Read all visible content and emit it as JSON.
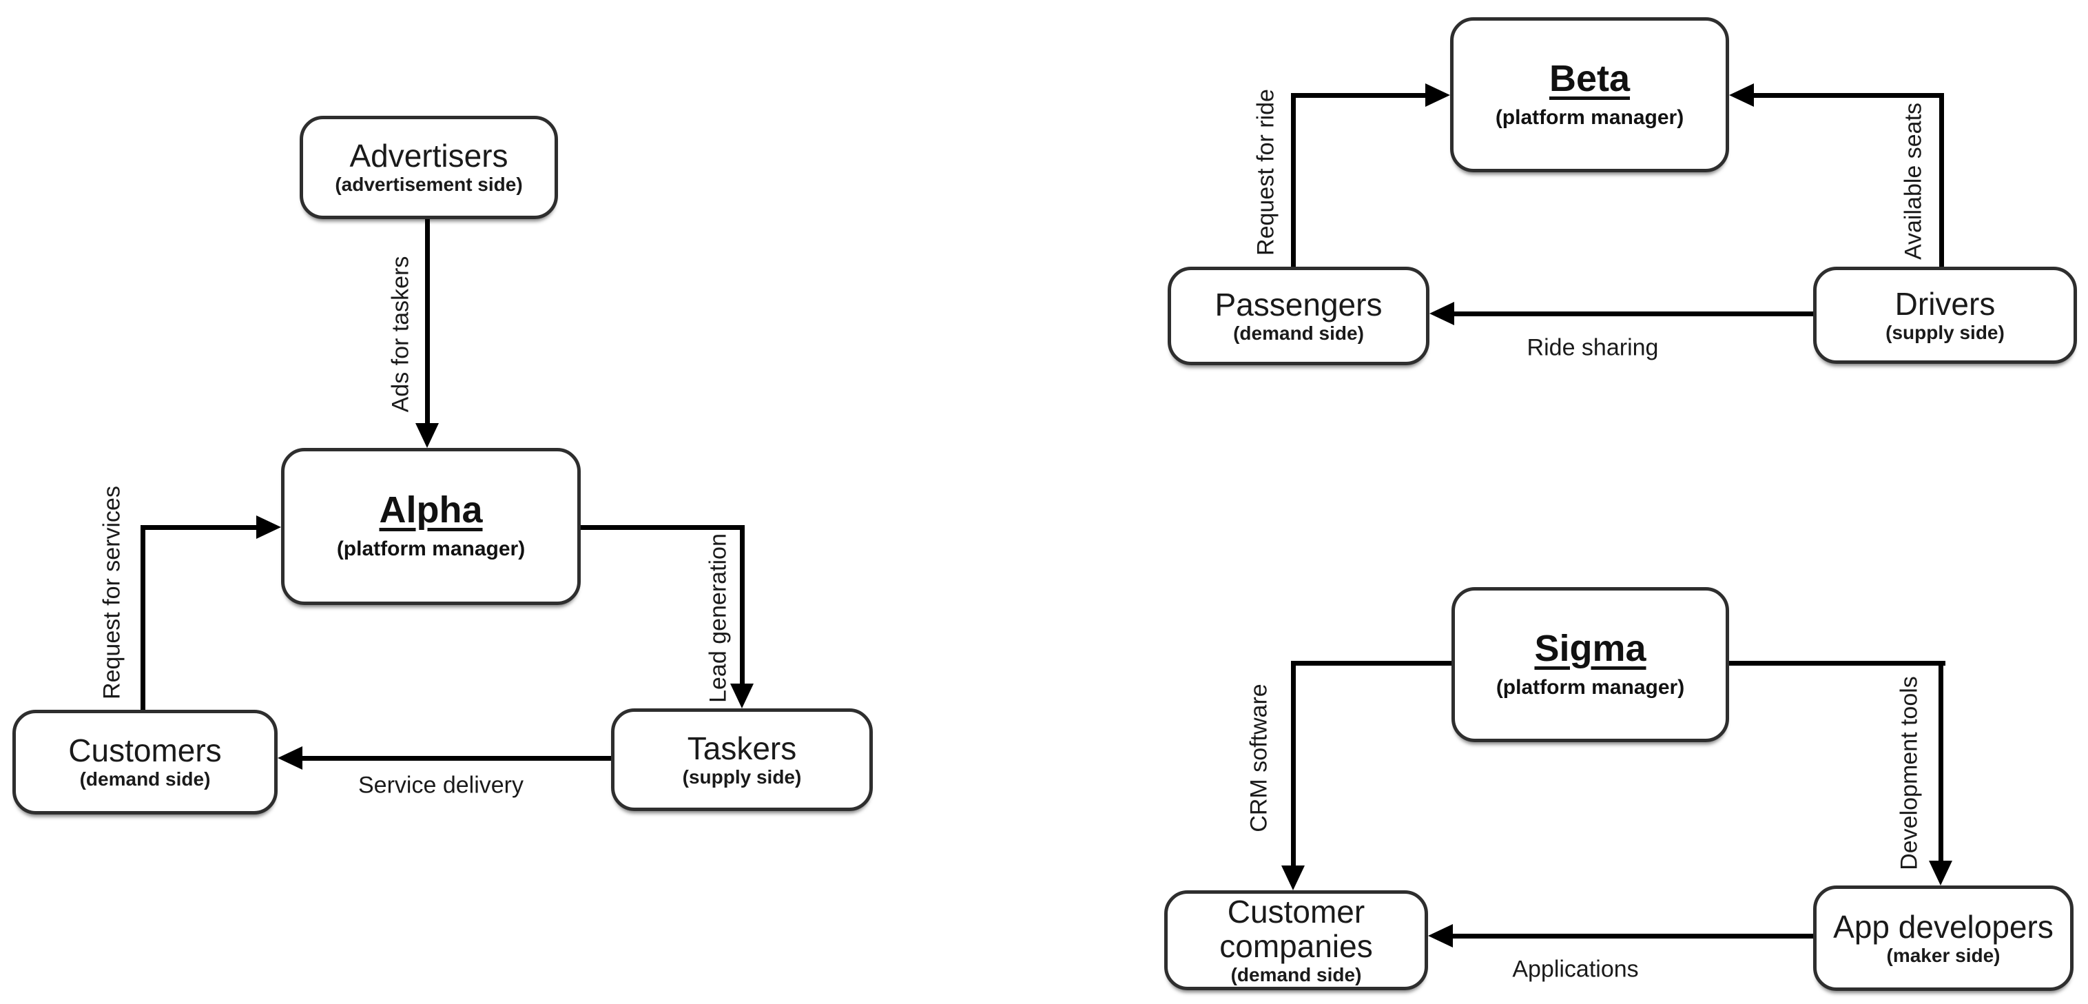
{
  "diagrams": {
    "alpha": {
      "platform": {
        "title": "Alpha",
        "subtitle": "(platform manager)"
      },
      "advertisers": {
        "title": "Advertisers",
        "subtitle": "(advertisement side)"
      },
      "customers": {
        "title": "Customers",
        "subtitle": "(demand side)"
      },
      "taskers": {
        "title": "Taskers",
        "subtitle": "(supply side)"
      },
      "edges": {
        "ads_for_taskers": "Ads for taskers",
        "request_for_services": "Request for services",
        "lead_generation": "Lead generation",
        "service_delivery": "Service delivery"
      }
    },
    "beta": {
      "platform": {
        "title": "Beta",
        "subtitle": "(platform manager)"
      },
      "passengers": {
        "title": "Passengers",
        "subtitle": "(demand side)"
      },
      "drivers": {
        "title": "Drivers",
        "subtitle": "(supply side)"
      },
      "edges": {
        "request_for_ride": "Request for ride",
        "available_seats": "Available seats",
        "ride_sharing": "Ride sharing"
      }
    },
    "sigma": {
      "platform": {
        "title": "Sigma",
        "subtitle": "(platform manager)"
      },
      "customer_companies": {
        "title": "Customer companies",
        "subtitle": "(demand side)"
      },
      "app_developers": {
        "title": "App developers",
        "subtitle": "(maker side)"
      },
      "edges": {
        "crm_software": "CRM software",
        "development_tools": "Development tools",
        "applications": "Applications"
      }
    }
  },
  "colors": {
    "background": "#ffffff",
    "line": "#000000",
    "node_border": "#2e2e2e",
    "text": "#1a1a1a"
  }
}
